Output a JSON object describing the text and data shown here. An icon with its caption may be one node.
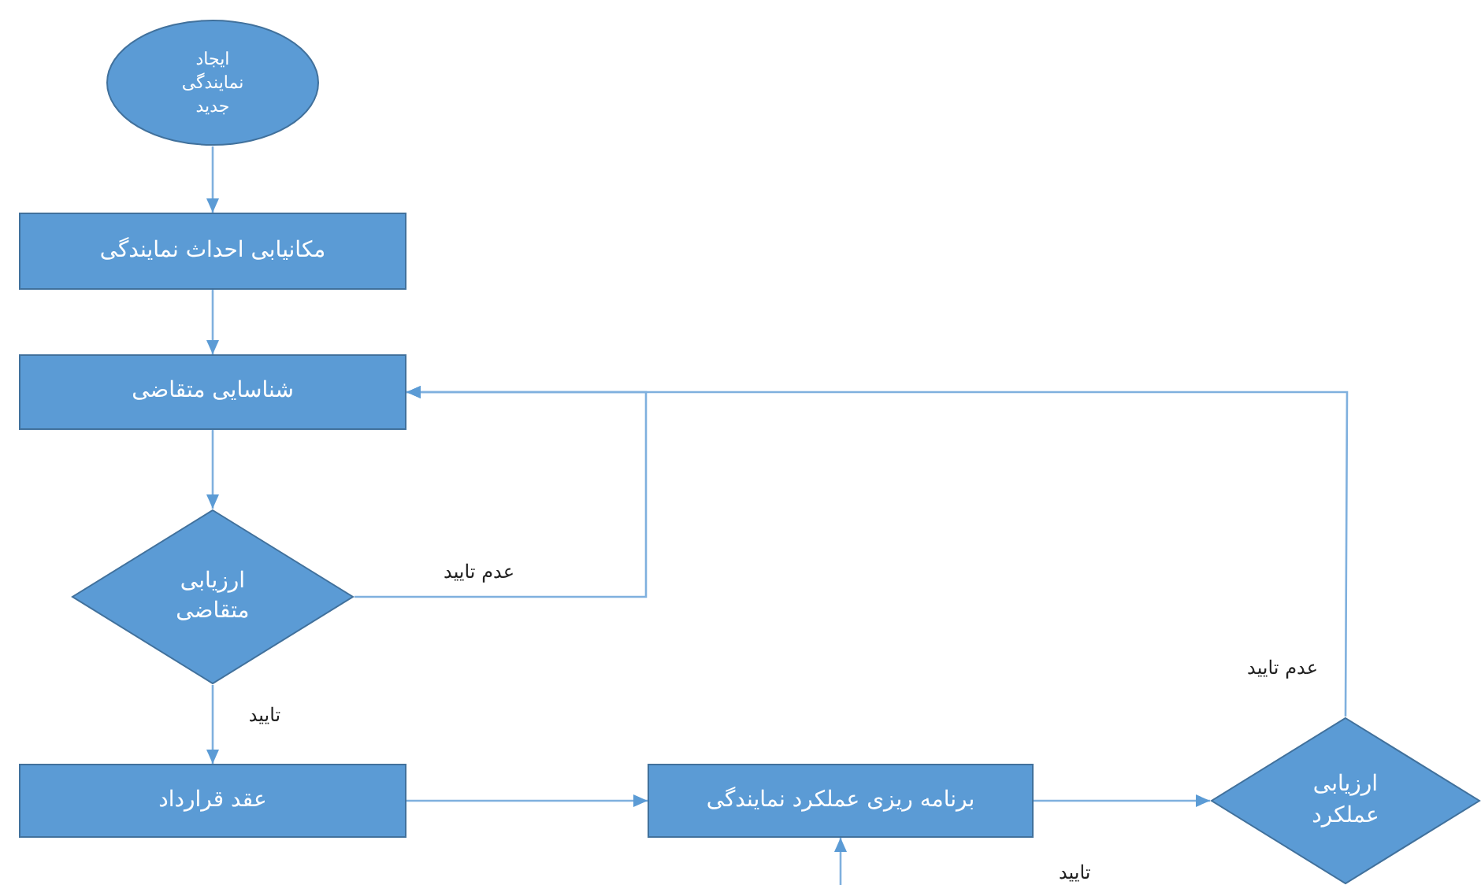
{
  "diagram": {
    "nodes": [
      {
        "text": [
          "ایجاد نمایندگی جدید"
        ]
      },
      {
        "text": [
          "مکانیابی احداث نمایندگی"
        ]
      },
      {
        "text": [
          "شناسایی متقاضی"
        ]
      },
      {
        "text": [
          "ارزیابی متقاضی"
        ]
      },
      {
        "text": [
          "عقد قرارداد"
        ]
      },
      {
        "text": [
          "برنامه ریزی عملکرد نمایندگی"
        ]
      },
      {
        "text": [
          "ارزیابی عملکرد"
        ]
      }
    ],
    "edges": [
      {
        "from": 0,
        "to": 1,
        "arrow": "to"
      },
      {
        "from": 1,
        "to": 2,
        "arrow": "to"
      },
      {
        "from": 2,
        "to": 3,
        "arrow": "to"
      },
      {
        "from": 3,
        "to": 4,
        "arrow": "to",
        "label": "تایید"
      },
      {
        "from": 3,
        "to": 2,
        "arrow": "to",
        "label": "عدم تایید"
      },
      {
        "from": 4,
        "to": 5,
        "arrow": "to"
      },
      {
        "from": 5,
        "to": 6,
        "arrow": "to"
      },
      {
        "from": 6,
        "to": 2,
        "arrow": "to",
        "label": "عدم تایید"
      },
      {
        "from": null,
        "to": 5,
        "arrow": "to"
      }
    ],
    "labels": [
      "تایید"
    ]
  }
}
